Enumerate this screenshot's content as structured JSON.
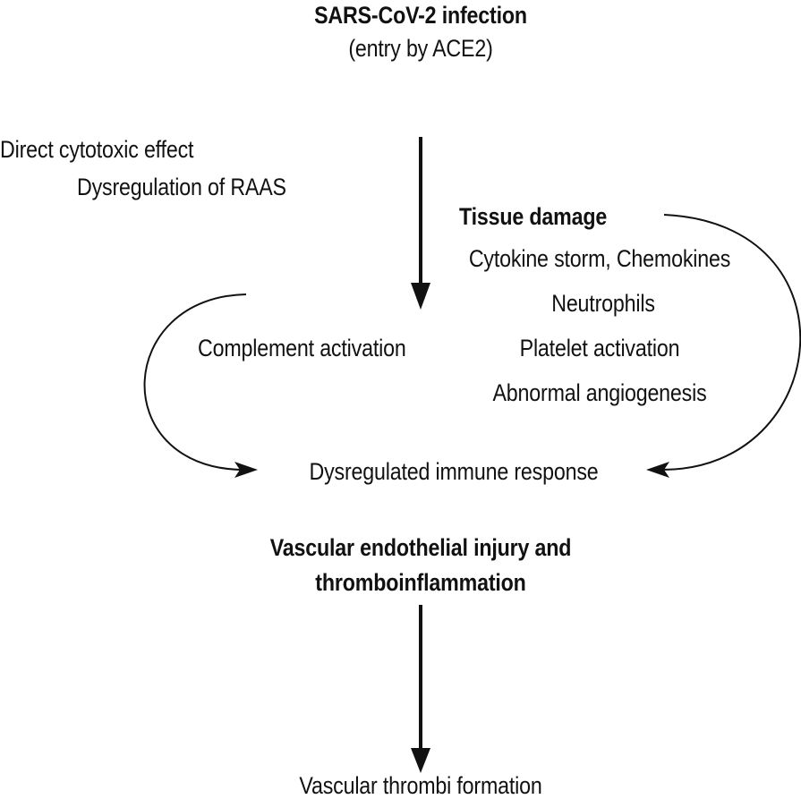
{
  "diagram": {
    "title": "SARS-CoV-2 infection",
    "subtitle": "(entry by ACE2)",
    "left_mechanisms": [
      "Direct cytotoxic effect",
      "Dysregulation of RAAS"
    ],
    "tissue_damage": {
      "heading": "Tissue damage",
      "items": [
        "Cytokine storm, Chemokines",
        "Neutrophils",
        "Platelet activation",
        "Abnormal angiogenesis"
      ]
    },
    "complement": "Complement activation",
    "immune_response": "Dysregulated immune response",
    "injury": [
      "Vascular endothelial injury and",
      "thromboinflammation"
    ],
    "outcome": "Vascular thrombi formation",
    "colors": {
      "ink": "#111111",
      "background": "#ffffff"
    }
  }
}
